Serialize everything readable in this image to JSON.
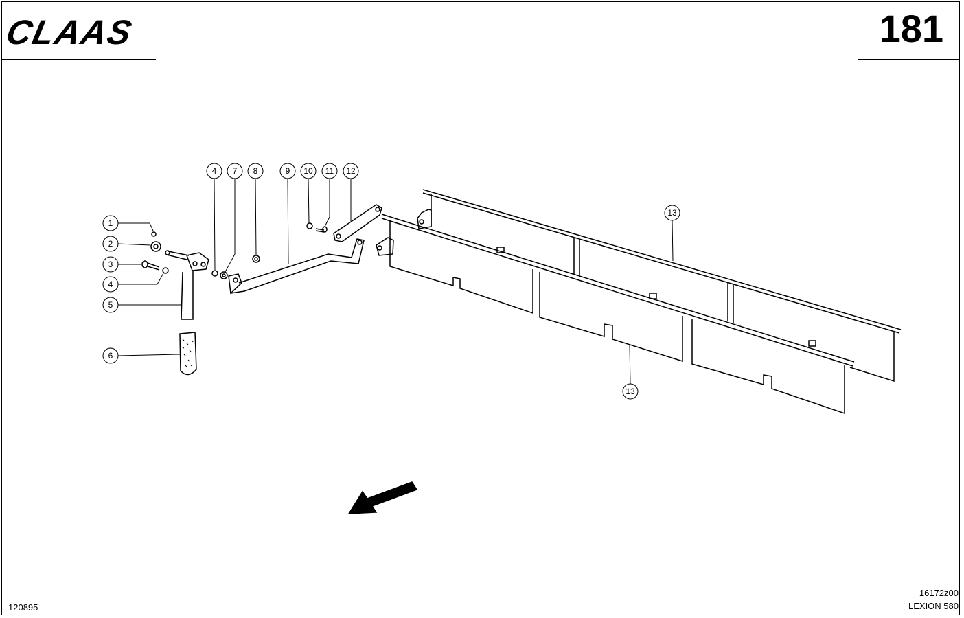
{
  "header": {
    "logo_text": "CLAAS",
    "page_number": "181"
  },
  "footer": {
    "date_code": "120895",
    "drawing_number": "16172z00",
    "model": "LEXION 580"
  },
  "callouts": {
    "c1": "1",
    "c2": "2",
    "c3": "3",
    "c4a": "4",
    "c5": "5",
    "c6": "6",
    "c4b": "4",
    "c7": "7",
    "c8": "8",
    "c9": "9",
    "c10": "10",
    "c11": "11",
    "c12": "12",
    "c13a": "13",
    "c13b": "13"
  },
  "colors": {
    "line": "#000000",
    "background": "#ffffff"
  }
}
